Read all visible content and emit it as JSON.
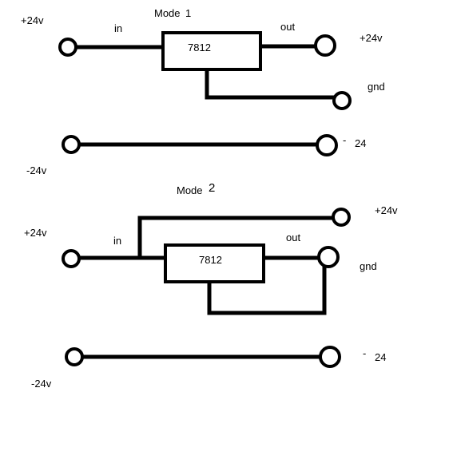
{
  "mode1": {
    "title_word": "Mode",
    "title_num": "1",
    "pos_in_label": "+24v",
    "in_label": "in",
    "chip_label": "7812",
    "out_label": "out",
    "pos_out_label": "+24v",
    "gnd_label": "gnd",
    "neg_left_label": "-24v",
    "neg_right_dash": "-",
    "neg_right_num": "24"
  },
  "mode2": {
    "title_word": "Mode",
    "title_num": "2",
    "pos_in_label": "+24v",
    "in_label": "in",
    "chip_label": "7812",
    "out_label": "out",
    "pos_out_label": "+24v",
    "gnd_label": "gnd",
    "neg_left_label": "-24v",
    "neg_right_dash": "-",
    "neg_right_num": "24"
  },
  "colors": {
    "ink": "#000000",
    "background": "#ffffff"
  }
}
